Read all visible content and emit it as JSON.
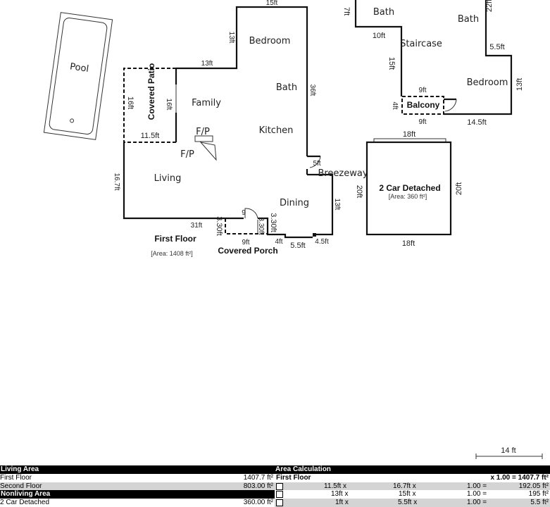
{
  "pool": {
    "label": "Pool"
  },
  "first_floor": {
    "title": "First Floor",
    "area": "[Area: 1408 ft²]",
    "rooms": {
      "bedroom": "Bedroom",
      "bath": "Bath",
      "family": "Family",
      "kitchen": "Kitchen",
      "living": "Living",
      "dining": "Dining",
      "fp1": "F/P",
      "fp2": "F/P",
      "breezeway": "Breezeway",
      "covered_patio": "Covered Patio",
      "covered_porch": "Covered Porch"
    },
    "dims": {
      "top": "15ft",
      "bed_left": "13ft",
      "mid_top": "13ft",
      "right": "36ft",
      "patio_left": "16ft",
      "patio_inner": "16ft",
      "patio_bottom": "11.5ft",
      "living_left": "16.7ft",
      "bottom": "31ft",
      "porch_left": "3.30ft",
      "porch_mid": "3.30ft",
      "porch_right": "3.30ft",
      "porch_bottom": "9ft",
      "step4": "4ft",
      "step55": "5.5ft",
      "step45": "4.5ft",
      "dining_right": "13ft",
      "breeze": "5ft",
      "door": "9"
    }
  },
  "second_floor": {
    "rooms": {
      "bath1": "Bath",
      "bath2": "Bath",
      "staircase": "Staircase",
      "bedroom": "Bedroom",
      "balcony": "Balcony"
    },
    "dims": {
      "a": "7ft",
      "b": "10ft",
      "c": "15ft",
      "d": "22ft",
      "e": "5.5ft",
      "f": "13ft",
      "g": "9ft",
      "h": "4ft",
      "i": "9ft",
      "j": "14.5ft"
    }
  },
  "garage": {
    "title": "2 Car Detached",
    "area": "[Area: 360 ft²]",
    "top": "18ft",
    "bottom": "18ft",
    "left": "20ft",
    "right": "20ft"
  },
  "scale": {
    "label": "14 ft"
  },
  "living_table": {
    "rows": [
      {
        "type": "header",
        "label": "Living Area"
      },
      {
        "type": "row",
        "label": "First Floor",
        "value": "1407.7 ft²"
      },
      {
        "type": "row",
        "label": "Second Floor",
        "value": "803.00 ft²"
      },
      {
        "type": "header",
        "label": "Nonliving Area"
      },
      {
        "type": "row",
        "label": "2 Car Detached",
        "value": "360.00 ft²"
      }
    ]
  },
  "area_calc": {
    "header": "Area Calculation",
    "section": "First Floor",
    "section_total": "x 1.00 = 1407.7 ft²",
    "rows": [
      {
        "a": "11.5ft x",
        "b": "16.7ft x",
        "f": "1.00 =",
        "v": "192.05 ft²"
      },
      {
        "a": "13ft x",
        "b": "15ft x",
        "f": "1.00 =",
        "v": "195 ft²"
      },
      {
        "a": "1ft x",
        "b": "5.5ft x",
        "f": "1.00 =",
        "v": "5.5 ft²"
      }
    ]
  }
}
